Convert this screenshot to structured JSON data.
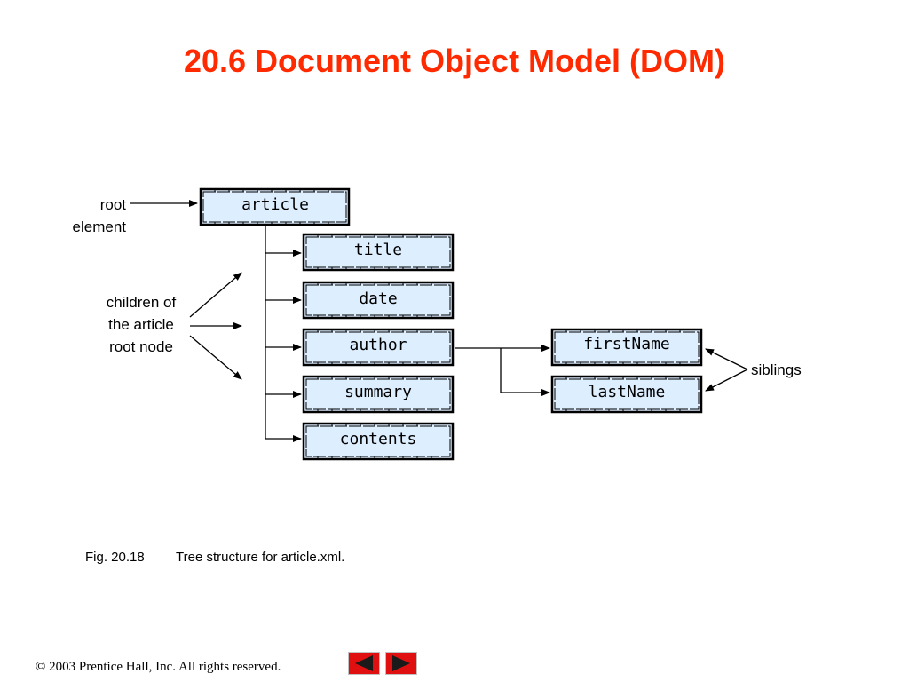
{
  "slide": {
    "title": "20.6  Document Object Model (DOM)"
  },
  "diagram": {
    "nodes": {
      "root": "article",
      "children": [
        "title",
        "date",
        "author",
        "summary",
        "contents"
      ],
      "author_children": [
        "firstName",
        "lastName"
      ]
    },
    "labels": {
      "root_element_line1": "root",
      "root_element_line2": "element",
      "children_line1": "children of",
      "children_line2": "the article",
      "children_line3": "root node",
      "siblings": "siblings"
    },
    "colors": {
      "node_fill": "#ddeeff",
      "node_border": "#000000",
      "title": "#ff2a00",
      "nav_button": "#e01010"
    }
  },
  "caption": {
    "fig_number": "Fig. 20.18",
    "text": "Tree structure for article.xml."
  },
  "footer": {
    "copyright": "© 2003 Prentice Hall, Inc.  All rights reserved.",
    "prev_icon": "left-arrow-icon",
    "next_icon": "right-arrow-icon"
  }
}
